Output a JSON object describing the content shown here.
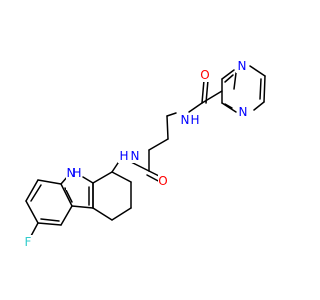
{
  "molecule": {
    "atoms": {
      "oxygen_top": "O",
      "nitrogen_pyrazine_top": "N",
      "nitrogen_pyrazine_bottom": "N",
      "amide_nh_top": "N",
      "amide_h_top": "H",
      "amide_nh_mid": "N",
      "amide_h_mid": "H",
      "oxygen_mid": "O",
      "indole_nh": "N",
      "indole_h": "H",
      "fluorine": "F"
    },
    "colors": {
      "oxygen": "#ff0000",
      "nitrogen": "#0000ff",
      "fluorine": "#33cccc",
      "bond": "#000000"
    }
  }
}
